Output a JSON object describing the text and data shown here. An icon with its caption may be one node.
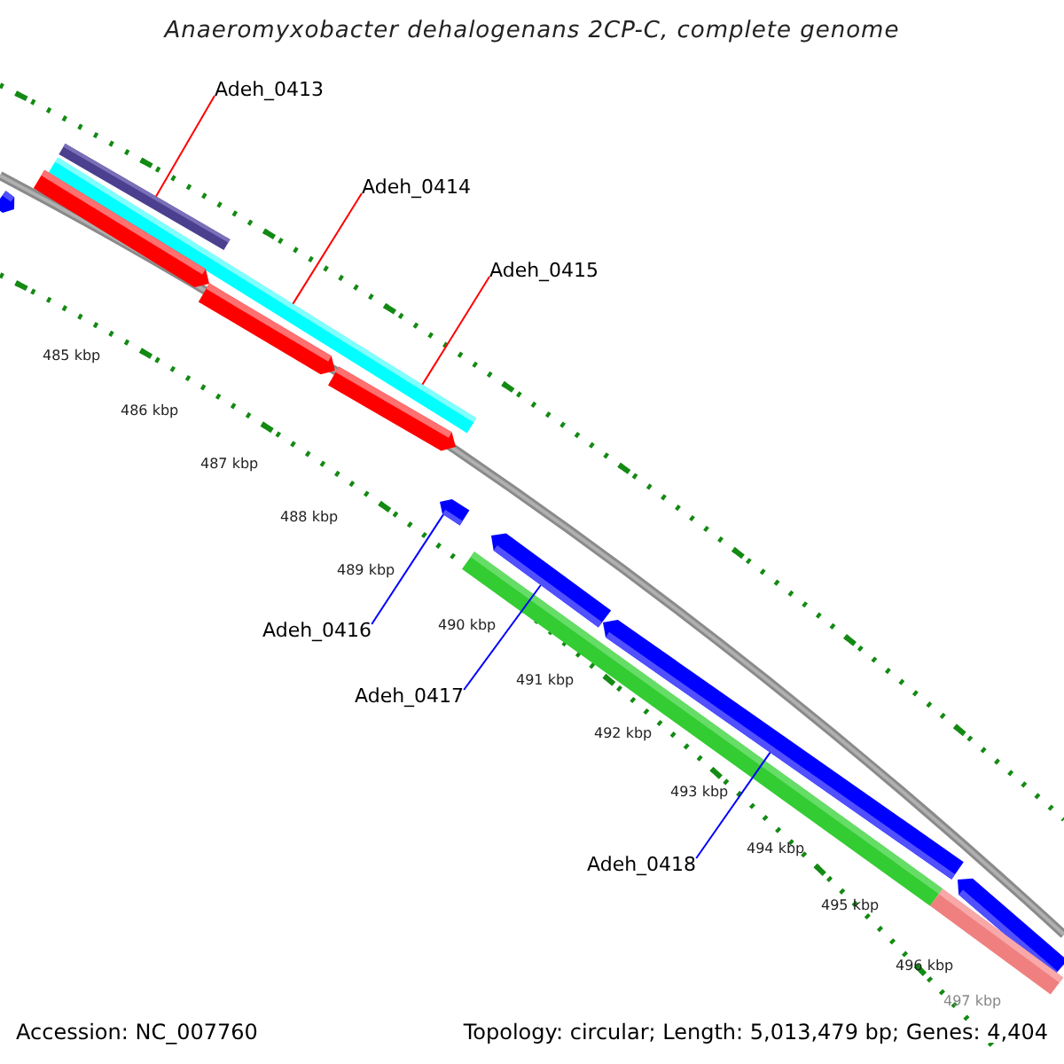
{
  "diagram": {
    "title": "Anaeromyxobacter dehalogenans 2CP-C, complete genome",
    "nodes": [
      {
        "text": [
          "Adeh_0413"
        ]
      },
      {
        "text": [
          "Adeh_0414"
        ]
      },
      {
        "text": [
          "Adeh_0415"
        ]
      },
      {
        "text": [
          "Adeh_0416"
        ]
      },
      {
        "text": [
          "Adeh_0417"
        ]
      },
      {
        "text": [
          "Adeh_0418"
        ]
      },
      {
        "text": [],
        "shape": "bar"
      },
      {
        "text": [],
        "shape": "bar"
      },
      {
        "text": [],
        "shape": "bar"
      },
      {
        "text": [],
        "shape": "bar"
      },
      {
        "text": [],
        "shape": "bar"
      },
      {
        "text": [],
        "shape": "bar"
      },
      {
        "text": [],
        "shape": "bar"
      },
      {
        "text": [],
        "shape": "bar"
      },
      {
        "text": [],
        "shape": "bar"
      },
      {
        "text": [],
        "shape": "bar"
      },
      {
        "text": [],
        "shape": "bar"
      },
      {
        "text": [],
        "shape": "bar"
      }
    ],
    "edges": [
      {
        "from": 0,
        "to": 8,
        "arrow": "none",
        "color": "#ff0000"
      },
      {
        "from": 1,
        "to": 7,
        "arrow": "none",
        "color": "#ff0000"
      },
      {
        "from": 2,
        "to": 7,
        "arrow": "none",
        "color": "#ff0000"
      },
      {
        "from": 3,
        "to": 12,
        "arrow": "none",
        "color": "#0000ff"
      },
      {
        "from": 4,
        "to": 13,
        "arrow": "none",
        "color": "#0000ff"
      },
      {
        "from": 5,
        "to": 14,
        "arrow": "none",
        "color": "#0000ff"
      }
    ],
    "labels": [
      "485 kbp",
      "486 kbp",
      "487 kbp",
      "488 kbp",
      "489 kbp",
      "490 kbp",
      "491 kbp",
      "492 kbp",
      "493 kbp",
      "494 kbp",
      "495 kbp",
      "496 kbp",
      "497 kbp",
      "Accession: NC_007760",
      "Topology: circular; Length: 5,013,479 bp; Genes: 4,404"
    ]
  }
}
